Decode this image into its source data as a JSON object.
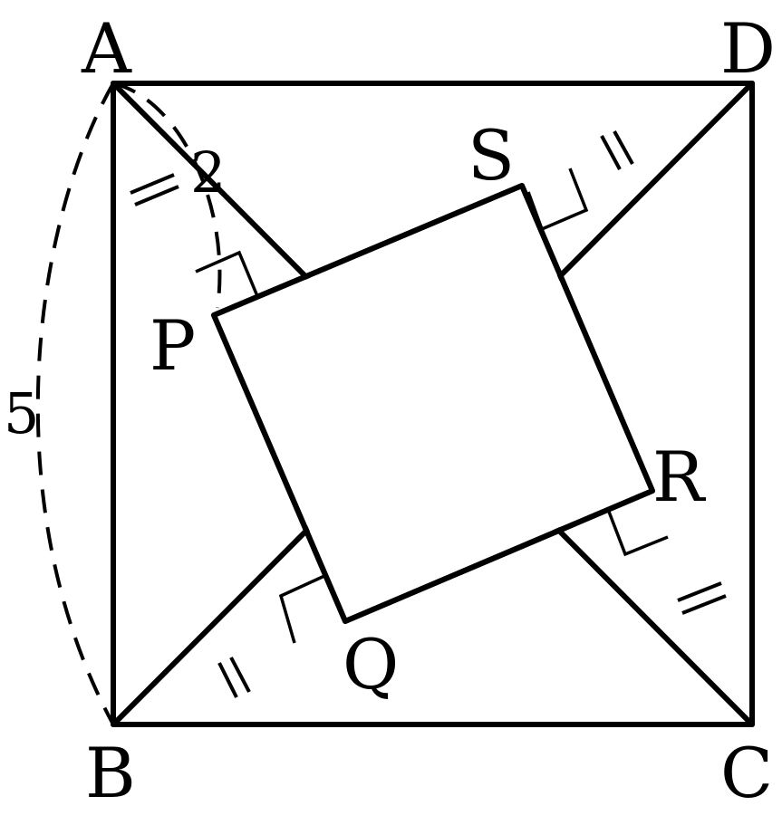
{
  "diagram": {
    "vertices": {
      "A": "A",
      "B": "B",
      "C": "C",
      "D": "D"
    },
    "inner_vertices": {
      "P": "P",
      "Q": "Q",
      "R": "R",
      "S": "S"
    },
    "side_length_label": "5",
    "segment_AP_label": "2"
  }
}
